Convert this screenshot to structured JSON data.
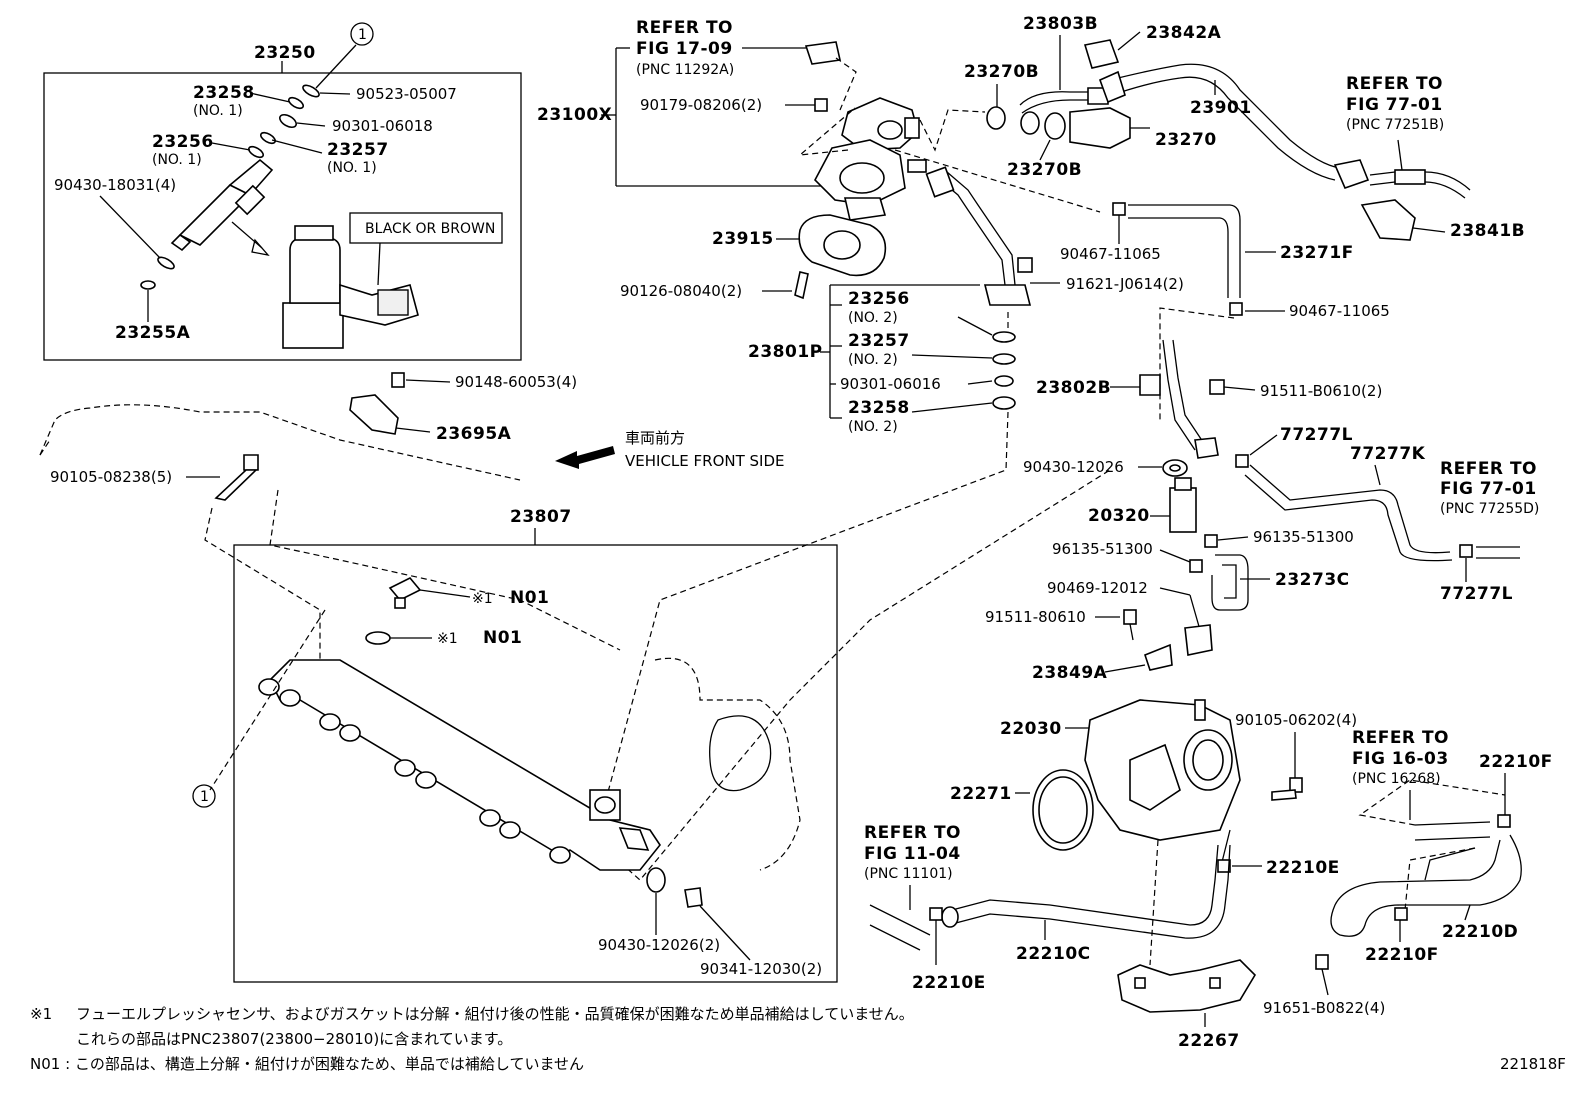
{
  "labels": {
    "l23250": "23250",
    "l23258a": "23258",
    "l23258a_no": "(NO. 1)",
    "l90523": "90523-05007",
    "l90301a": "90301-06018",
    "l23256a": "23256",
    "l23256a_no": "(NO. 1)",
    "l23257a": "23257",
    "l23257a_no": "(NO. 1)",
    "l90430_18031": "90430-18031(4)",
    "l23255a": "23255A",
    "black_brown": "BLACK OR BROWN",
    "ref1709_a": "REFER TO",
    "ref1709_b": "FIG 17-09",
    "ref1709_c": "(PNC 11292A)",
    "l23100x": "23100X",
    "l90179": "90179-08206(2)",
    "l23915": "23915",
    "l90126": "90126-08040(2)",
    "l23803b": "23803B",
    "l23842a": "23842A",
    "l23270b_1": "23270B",
    "l23901": "23901",
    "l23270": "23270",
    "l23270b_2": "23270B",
    "ref7701a_a": "REFER TO",
    "ref7701a_b": "FIG 77-01",
    "ref7701a_c": "(PNC 77251B)",
    "l23841b": "23841B",
    "l90467a": "90467-11065",
    "l23271f": "23271F",
    "l91621": "91621-J0614(2)",
    "l90467b": "90467-11065",
    "l23256b": "23256",
    "l23256b_no": "(NO. 2)",
    "l23257b": "23257",
    "l23257b_no": "(NO. 2)",
    "l23801p": "23801P",
    "l90301b": "90301-06016",
    "l23258b": "23258",
    "l23258b_no": "(NO. 2)",
    "l23802b": "23802B",
    "l91511_b": "91511-B0610(2)",
    "l90148": "90148-60053(4)",
    "l23695a": "23695A",
    "vf_jp": "車両前方",
    "vf_en": "VEHICLE FRONT SIDE",
    "l77277l_1": "77277L",
    "l77277k": "77277K",
    "ref7701b_a": "REFER TO",
    "ref7701b_b": "FIG 77-01",
    "ref7701b_c": "(PNC 77255D)",
    "l90105_08238": "90105-08238(5)",
    "l90430_12026a": "90430-12026",
    "l23807": "23807",
    "l20320": "20320",
    "l96135_a": "96135-51300",
    "l96135_b": "96135-51300",
    "l23273c": "23273C",
    "l77277l_2": "77277L",
    "n01_a_mark": "※1",
    "n01_a": "N01",
    "n01_b_mark": "※1",
    "n01_b": "N01",
    "l90469": "90469-12012",
    "l91511_8": "91511-80610",
    "l23849a": "23849A",
    "l22030": "22030",
    "l90105_06202": "90105-06202(4)",
    "ref1603_a": "REFER TO",
    "ref1603_b": "FIG 16-03",
    "ref1603_c": "(PNC 16268)",
    "l22210f_1": "22210F",
    "l22271": "22271",
    "circle1": "1",
    "circle2": "1",
    "ref1104_a": "REFER TO",
    "ref1104_b": "FIG 11-04",
    "ref1104_c": "(PNC 11101)",
    "l22210e_1": "22210E",
    "l22210c": "22210C",
    "l22210d": "22210D",
    "l22210f_2": "22210F",
    "l90430_12026b": "90430-12026(2)",
    "l90341": "90341-12030(2)",
    "l22210e_2": "22210E",
    "l91651": "91651-B0822(4)",
    "l22267": "22267"
  },
  "notes": {
    "note1_mark": "※1",
    "note1_line1": "フューエルプレッシャセンサ、およびガスケットは分解・組付け後の性能・品質確保が困難なため単品補給はしていません。",
    "note1_line2": "これらの部品はPNC23807(23800−28010)に含まれています。",
    "note2": "N01 : この部品は、構造上分解・組付けが困難なため、単品では補給していません"
  },
  "figure_id": "221818F"
}
